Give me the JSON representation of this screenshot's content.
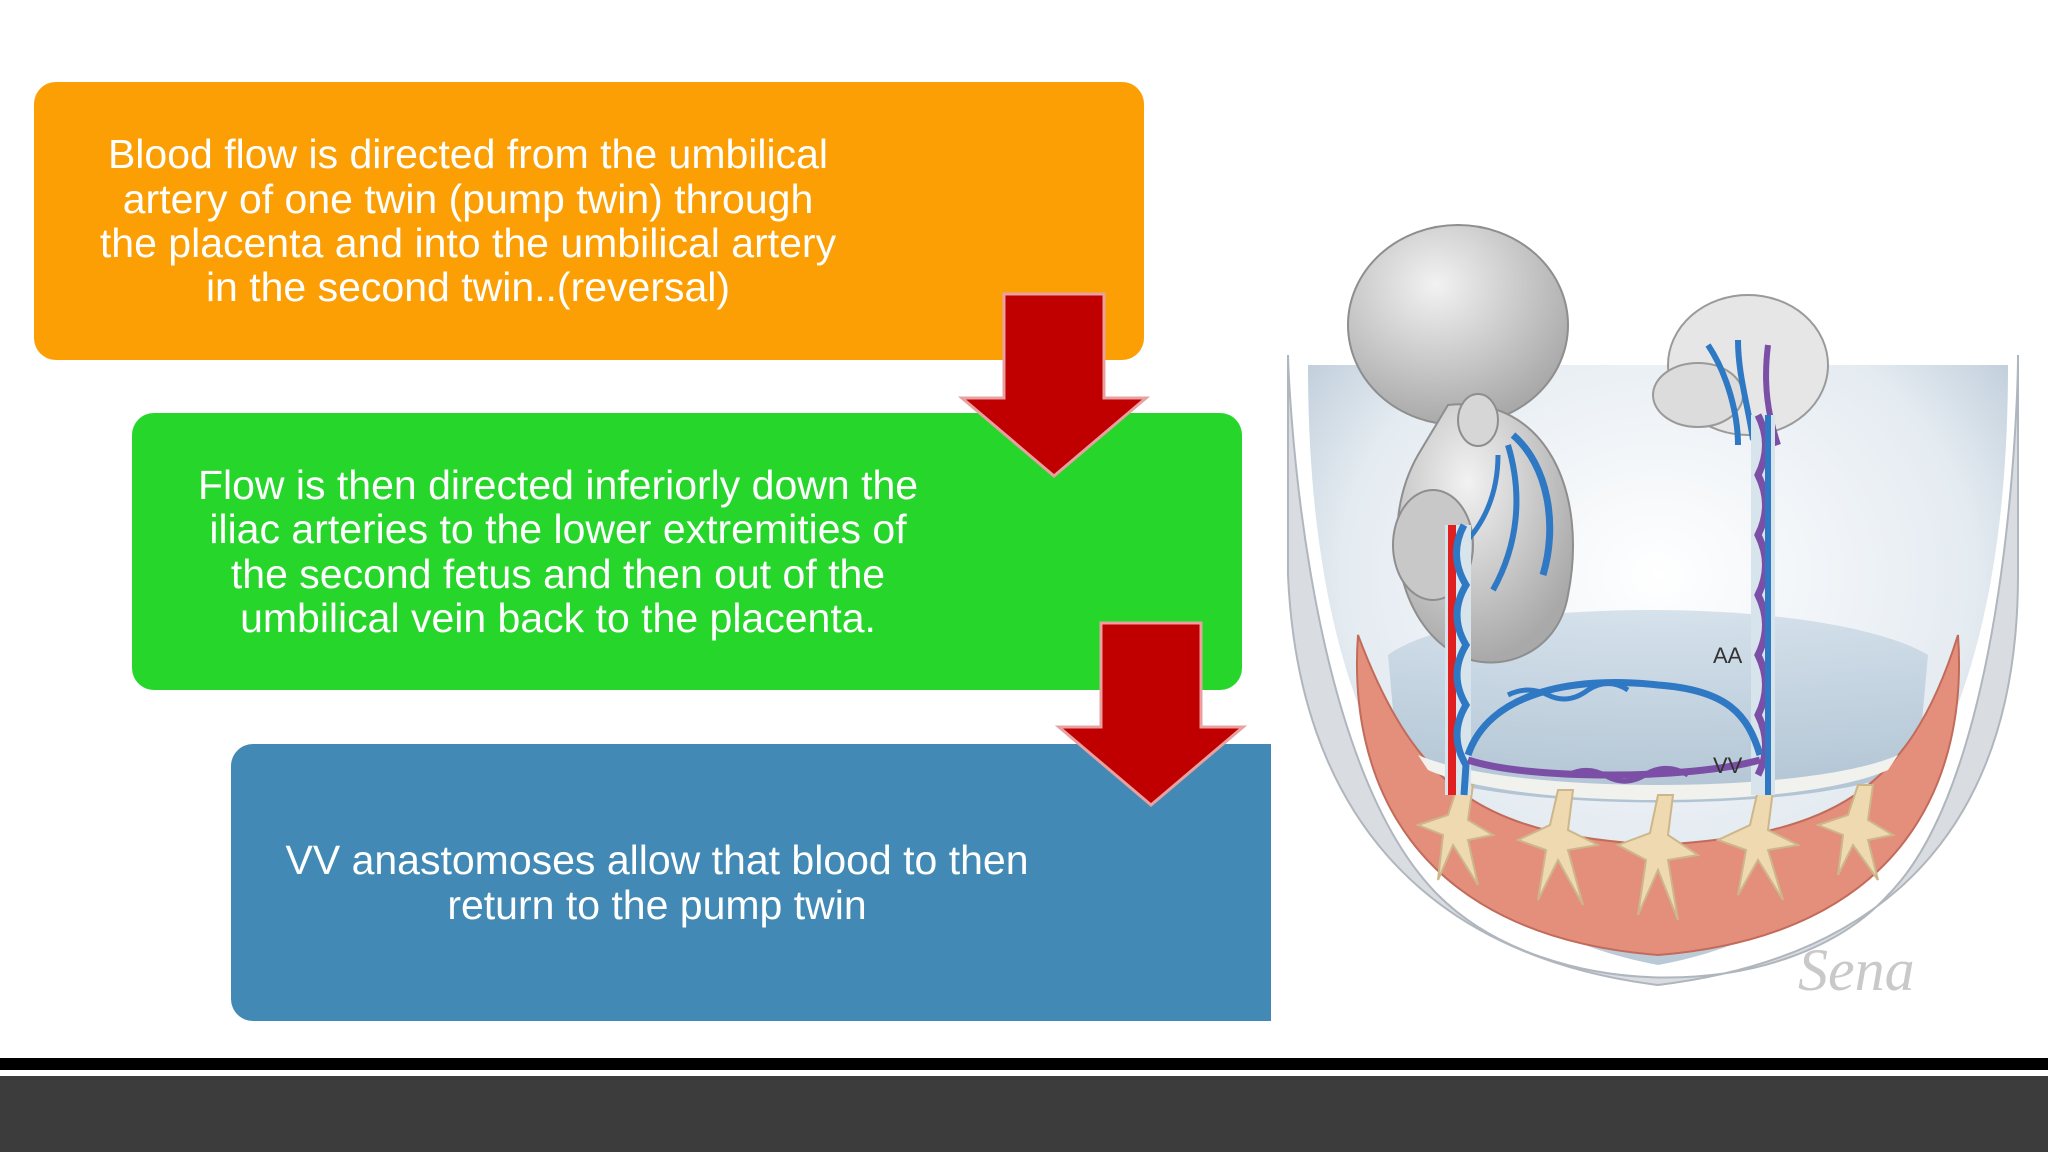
{
  "steps": [
    {
      "text": "Blood flow is directed from the umbilical\nartery of one twin (pump twin) through\nthe placenta and into the umbilical artery\nin the second twin..(reversal)",
      "color": "#fb9f05"
    },
    {
      "text": "Flow is then directed inferiorly down the\niliac arteries to the lower extremities of\nthe second fetus and then out of the\numbilical vein back to the placenta.",
      "color": "#27d62b"
    },
    {
      "text": "VV anastomoses allow that blood to then\nreturn to the pump twin",
      "color": "#428ab5"
    }
  ],
  "arrow_color": "#c00000",
  "illustration": {
    "labels": {
      "aa": "AA",
      "vv": "VV"
    },
    "signature": "Sena"
  },
  "footer": {
    "bar_color": "#3c3c3d"
  }
}
